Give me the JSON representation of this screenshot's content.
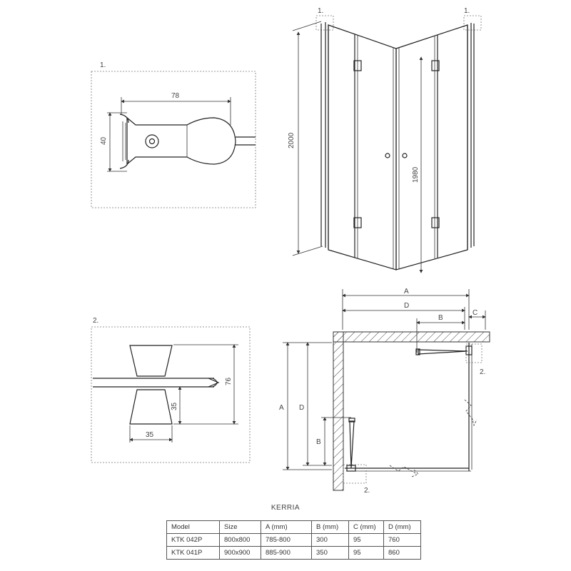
{
  "detail1": {
    "callout": "1.",
    "width_dim": "78",
    "height_dim": "40"
  },
  "detail2": {
    "callout": "2.",
    "height_dim": "76",
    "lower_dim": "35",
    "width_dim": "35"
  },
  "elevation": {
    "callout_left": "1.",
    "callout_right": "1.",
    "height_dim": "2000",
    "door_height_dim": "1980"
  },
  "plan": {
    "dim_A_top": "A",
    "dim_D_top": "D",
    "dim_B_top": "B",
    "dim_C_top": "C",
    "dim_A_side": "A",
    "dim_D_side": "D",
    "dim_B_side": "B",
    "callout_top": "2.",
    "callout_bottom": "2."
  },
  "table": {
    "title": "KERRIA",
    "headers": [
      "Model",
      "Size",
      "A (mm)",
      "B (mm)",
      "C (mm)",
      "D (mm)"
    ],
    "rows": [
      [
        "KTK 042P",
        "800x800",
        "785-800",
        "300",
        "95",
        "760"
      ],
      [
        "KTK 041P",
        "900x900",
        "885-900",
        "350",
        "95",
        "860"
      ]
    ]
  },
  "colors": {
    "line": "#222222",
    "dashed_frame": "#888888",
    "dimension": "#444444"
  }
}
